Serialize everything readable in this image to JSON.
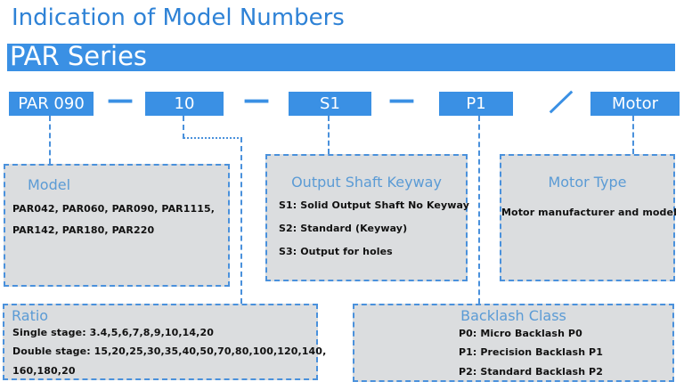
{
  "page": {
    "title": "Indication of Model Numbers",
    "series_banner": "PAR Series"
  },
  "model_code": {
    "segments": [
      "PAR 090",
      "10",
      "S1",
      "P1",
      "Motor"
    ],
    "separators": [
      "—",
      "—",
      "—",
      "/"
    ]
  },
  "panels": {
    "model": {
      "title": "Model",
      "lines": [
        "PAR042, PAR060, PAR090, PAR1115,",
        "PAR142, PAR180, PAR220"
      ]
    },
    "output_shaft_keyway": {
      "title": "Output Shaft Keyway",
      "lines": [
        "S1: Solid Output Shaft No Keyway",
        "S2: Standard (Keyway)",
        "S3: Output for holes"
      ]
    },
    "motor_type": {
      "title": "Motor Type",
      "lines": [
        "Motor manufacturer and model"
      ]
    },
    "ratio": {
      "title": "Ratio",
      "lines": [
        "Single stage: 3.4,5,6,7,8,9,10,14,20",
        "Double stage: 15,20,25,30,35,40,50,70,80,100,120,140,",
        "160,180,20"
      ]
    },
    "backlash_class": {
      "title": "Backlash Class",
      "lines": [
        "P0: Micro Backlash P0",
        "P1: Precision Backlash P1",
        "P2: Standard Backlash P2"
      ]
    }
  },
  "colors": {
    "accent_blue": "#3A90E4",
    "heading_blue": "#2E82D6",
    "panel_title_blue": "#5B9BD5",
    "connector_blue": "#4A91DC",
    "panel_bg": "#DBDDDF",
    "body_text": "#111111"
  }
}
